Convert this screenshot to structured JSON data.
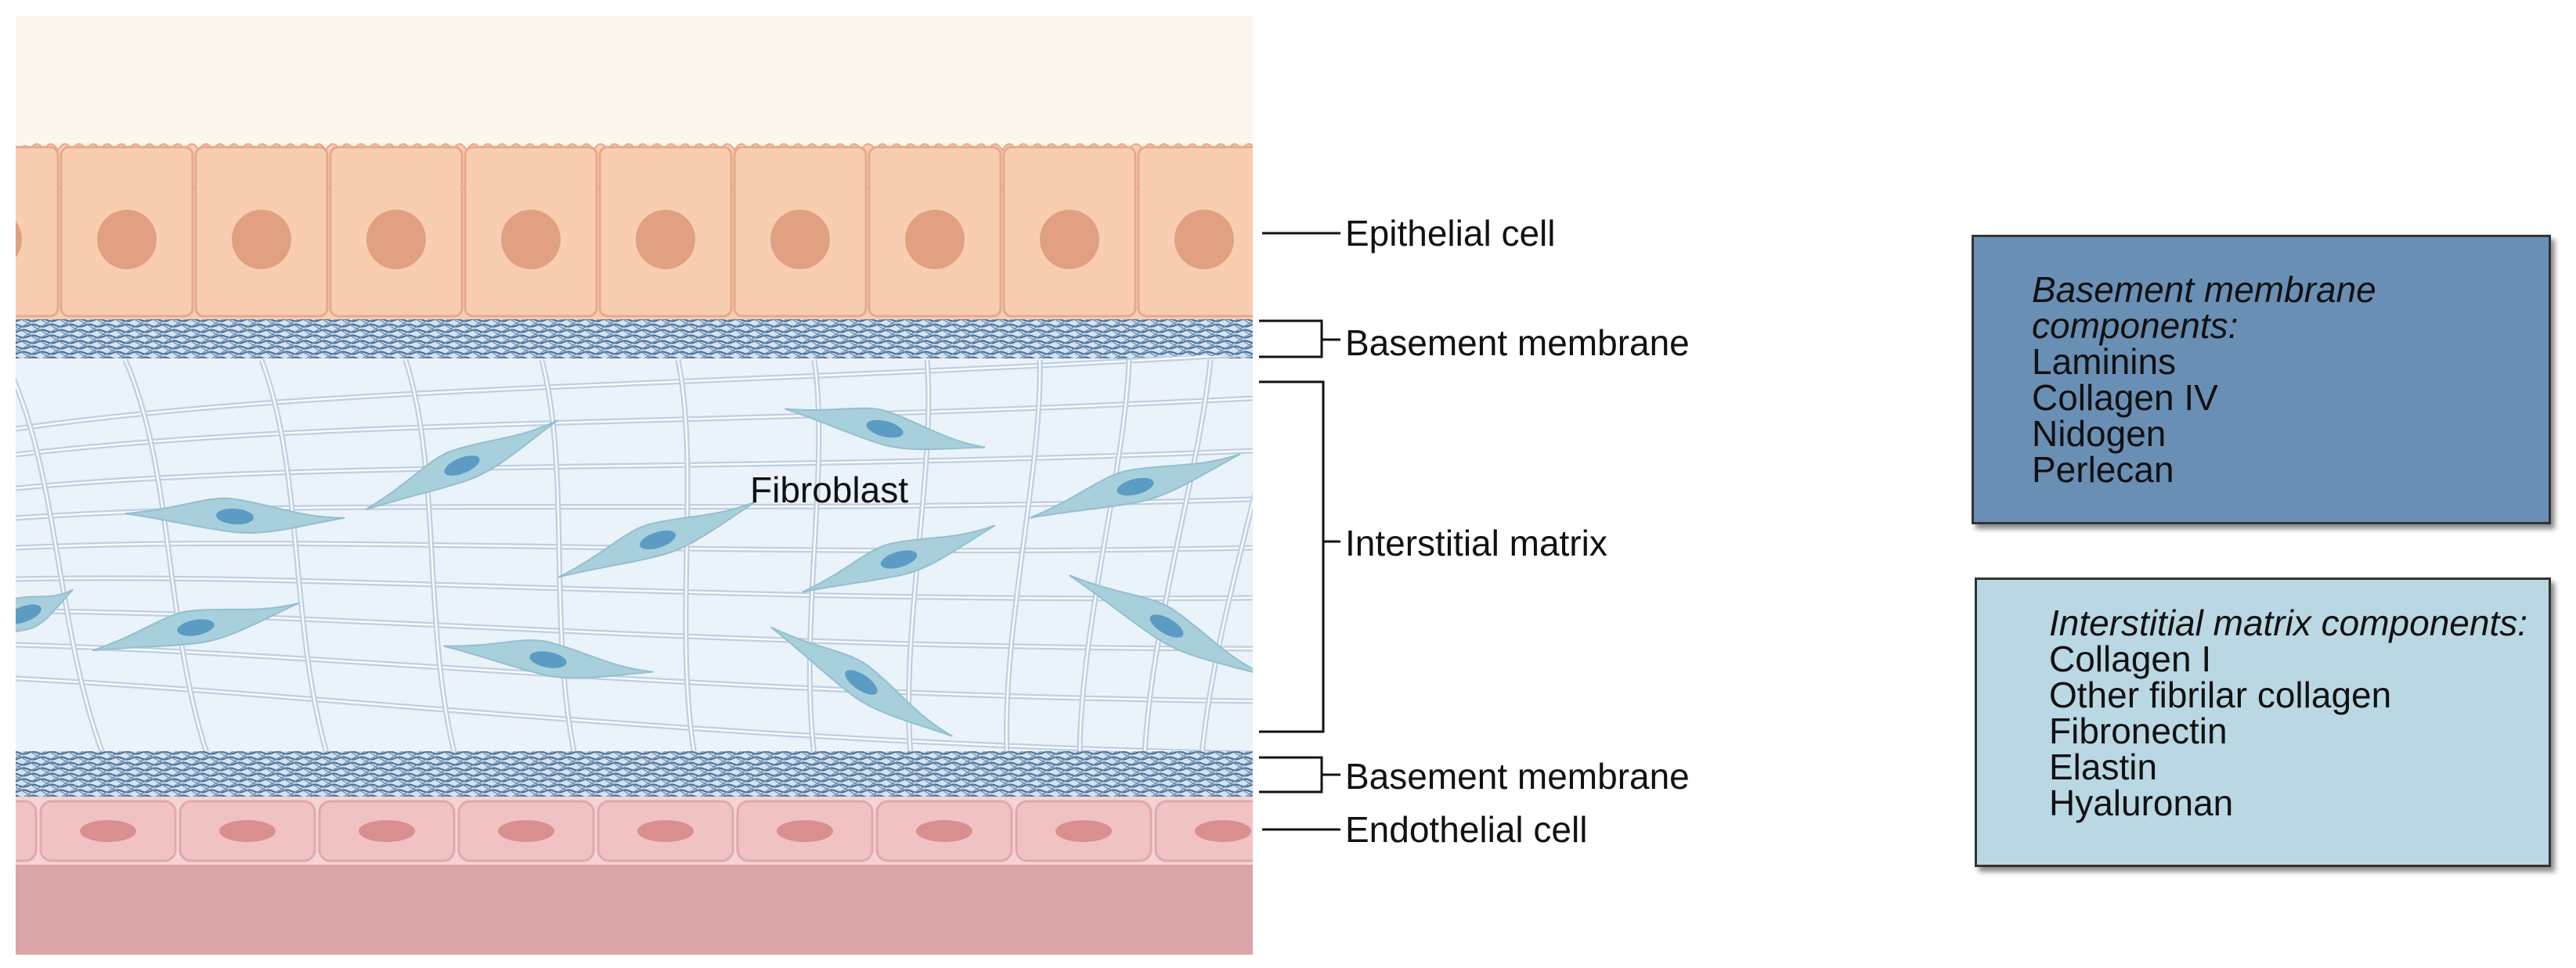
{
  "labels": {
    "epithelial": "Epithelial cell",
    "basement_top": "Basement membrane",
    "interstitial": "Interstitial matrix",
    "basement_bottom": "Basement membrane",
    "endothelial": "Endothelial cell",
    "fibroblast": "Fibroblast"
  },
  "boxes": {
    "basement": {
      "title": "Basement membrane components:",
      "items": [
        "Laminins",
        "Collagen IV",
        "Nidogen",
        "Perlecan"
      ]
    },
    "interstitial": {
      "title": "Interstitial matrix components:",
      "items": [
        "Collagen I",
        "Other fibrilar collagen",
        "Fibronectin",
        "Elastin",
        "Hyaluronan"
      ]
    }
  },
  "colors": {
    "epithelium": "#f9cdb0",
    "epithelium_nucleus": "#e0a081",
    "lumen": "#fdf6ee",
    "basement_membrane": "#5b7fa6",
    "interstitial_bg": "#eaf2fa",
    "fibroblast": "#a8d0dc",
    "fibroblast_nucleus": "#5b9bc4",
    "endothelium": "#f1c2c3",
    "endothelium_nucleus": "#d98e90",
    "blood": "#d9a5a7",
    "box_basement": "#6a8fb5",
    "box_interstitial": "#bad8e3"
  }
}
